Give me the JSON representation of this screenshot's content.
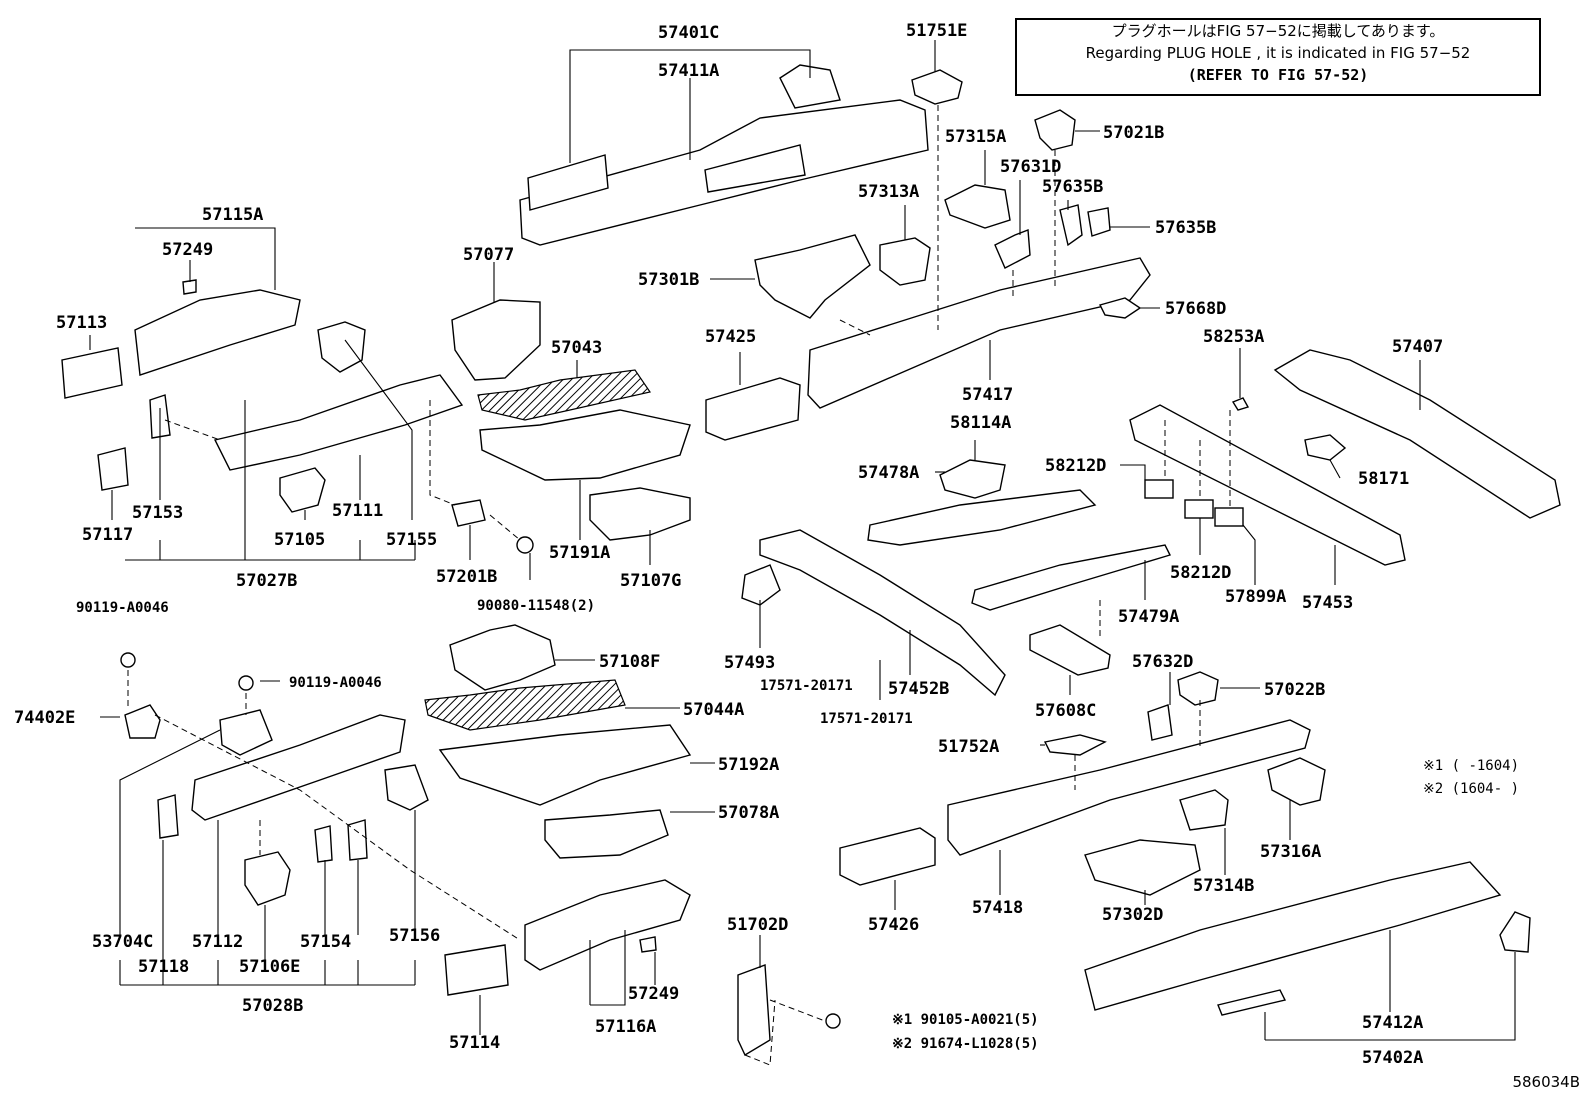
{
  "note": {
    "line_jp": "プラグホールはFIG 57−52に掲載してあります。",
    "line_en": "Regarding PLUG HOLE , it is indicated in FIG 57−52",
    "line_ref": "(REFER TO FIG 57-52)"
  },
  "footnotes": {
    "fn1": "※1 (      -1604)",
    "fn2": "※2 (1604-      )"
  },
  "diagram_id": "586034B",
  "parts": [
    {
      "key": "p57401C",
      "text": "57401C"
    },
    {
      "key": "p57411A",
      "text": "57411A"
    },
    {
      "key": "p51751E",
      "text": "51751E"
    },
    {
      "key": "p57021B",
      "text": "57021B"
    },
    {
      "key": "p57315A",
      "text": "57315A"
    },
    {
      "key": "p57631D",
      "text": "57631D"
    },
    {
      "key": "p57635B_a",
      "text": "57635B"
    },
    {
      "key": "p57635B_b",
      "text": "57635B"
    },
    {
      "key": "p57313A",
      "text": "57313A"
    },
    {
      "key": "p57115A",
      "text": "57115A"
    },
    {
      "key": "p57249_a",
      "text": "57249"
    },
    {
      "key": "p57077",
      "text": "57077"
    },
    {
      "key": "p57301B",
      "text": "57301B"
    },
    {
      "key": "p57668D",
      "text": "57668D"
    },
    {
      "key": "p57113",
      "text": "57113"
    },
    {
      "key": "p57043",
      "text": "57043"
    },
    {
      "key": "p57425",
      "text": "57425"
    },
    {
      "key": "p58253A",
      "text": "58253A"
    },
    {
      "key": "p57407",
      "text": "57407"
    },
    {
      "key": "p57417",
      "text": "57417"
    },
    {
      "key": "p58114A",
      "text": "58114A"
    },
    {
      "key": "p57478A",
      "text": "57478A"
    },
    {
      "key": "p58212D_a",
      "text": "58212D"
    },
    {
      "key": "p58171",
      "text": "58171"
    },
    {
      "key": "p57153",
      "text": "57153"
    },
    {
      "key": "p57111",
      "text": "57111"
    },
    {
      "key": "p57117",
      "text": "57117"
    },
    {
      "key": "p57105",
      "text": "57105"
    },
    {
      "key": "p57155",
      "text": "57155"
    },
    {
      "key": "p57201B",
      "text": "57201B"
    },
    {
      "key": "p57191A",
      "text": "57191A"
    },
    {
      "key": "p57107G",
      "text": "57107G"
    },
    {
      "key": "p57027B",
      "text": "57027B"
    },
    {
      "key": "p58212D_b",
      "text": "58212D"
    },
    {
      "key": "p57899A",
      "text": "57899A"
    },
    {
      "key": "p57453",
      "text": "57453"
    },
    {
      "key": "p90119_a",
      "text": "90119-A0046"
    },
    {
      "key": "p90080",
      "text": "90080-11548(2)"
    },
    {
      "key": "p57479A",
      "text": "57479A"
    },
    {
      "key": "p57108F",
      "text": "57108F"
    },
    {
      "key": "p57493",
      "text": "57493"
    },
    {
      "key": "p57632D",
      "text": "57632D"
    },
    {
      "key": "p90119_b",
      "text": "90119-A0046"
    },
    {
      "key": "p17571_a",
      "text": "17571-20171"
    },
    {
      "key": "p57452B",
      "text": "57452B"
    },
    {
      "key": "p57022B",
      "text": "57022B"
    },
    {
      "key": "p74402E",
      "text": "74402E"
    },
    {
      "key": "p57044A",
      "text": "57044A"
    },
    {
      "key": "p17571_b",
      "text": "17571-20171"
    },
    {
      "key": "p57608C",
      "text": "57608C"
    },
    {
      "key": "p51752A",
      "text": "51752A"
    },
    {
      "key": "p57192A",
      "text": "57192A"
    },
    {
      "key": "p57078A",
      "text": "57078A"
    },
    {
      "key": "p57316A",
      "text": "57316A"
    },
    {
      "key": "p57314B",
      "text": "57314B"
    },
    {
      "key": "p57418",
      "text": "57418"
    },
    {
      "key": "p57426",
      "text": "57426"
    },
    {
      "key": "p57302D",
      "text": "57302D"
    },
    {
      "key": "p51702D",
      "text": "51702D"
    },
    {
      "key": "p53704C",
      "text": "53704C"
    },
    {
      "key": "p57112",
      "text": "57112"
    },
    {
      "key": "p57154",
      "text": "57154"
    },
    {
      "key": "p57156",
      "text": "57156"
    },
    {
      "key": "p57118",
      "text": "57118"
    },
    {
      "key": "p57106E",
      "text": "57106E"
    },
    {
      "key": "p57028B",
      "text": "57028B"
    },
    {
      "key": "p57249_b",
      "text": "57249"
    },
    {
      "key": "p57114",
      "text": "57114"
    },
    {
      "key": "p57116A",
      "text": "57116A"
    },
    {
      "key": "p90105",
      "text": "※1 90105-A0021(5)"
    },
    {
      "key": "p91674",
      "text": "※2 91674-L1028(5)"
    },
    {
      "key": "p57412A",
      "text": "57412A"
    },
    {
      "key": "p57402A",
      "text": "57402A"
    }
  ]
}
